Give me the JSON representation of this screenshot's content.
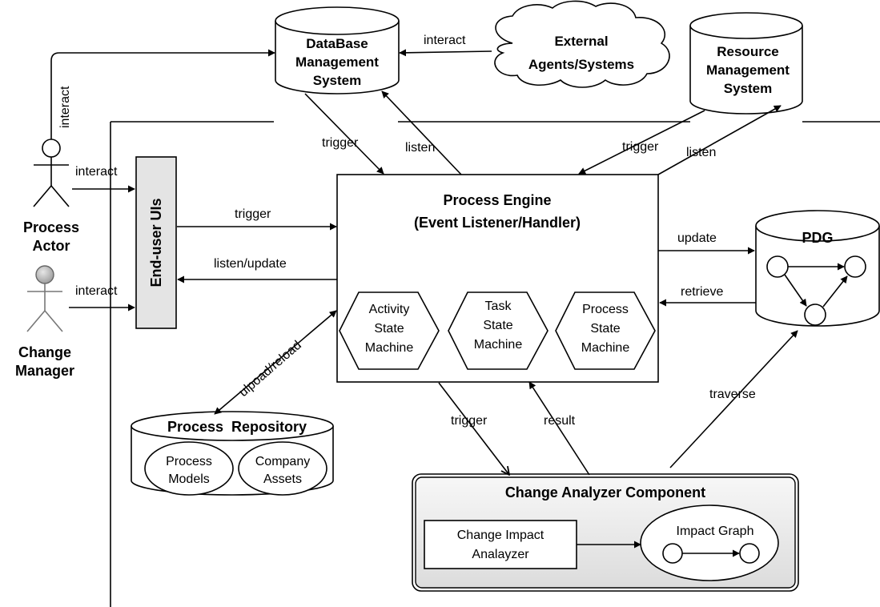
{
  "actors": {
    "process_actor": [
      "Process",
      "Actor"
    ],
    "change_manager": [
      "Change",
      "Manager"
    ]
  },
  "end_user_uis": "End-user UIs",
  "dbms": [
    "DataBase",
    "Management",
    "System"
  ],
  "external": [
    "External",
    "Agents/Systems"
  ],
  "rms": [
    "Resource",
    "Management",
    "System"
  ],
  "process_engine": {
    "title": [
      "Process Engine",
      "(Event Listener/Handler)"
    ],
    "activity_sm": [
      "Activity",
      "State",
      "Machine"
    ],
    "task_sm": [
      "Task",
      "State",
      "Machine"
    ],
    "process_sm": [
      "Process",
      "State",
      "Machine"
    ]
  },
  "pdg": {
    "title": "PDG"
  },
  "repository": {
    "title": "Process  Repository",
    "models": [
      "Process",
      "Models"
    ],
    "assets": [
      "Company",
      "Assets"
    ]
  },
  "change_analyzer": {
    "title": "Change Analyzer Component",
    "impact_analyzer": [
      "Change Impact",
      "Analayzer"
    ],
    "impact_graph": "Impact Graph"
  },
  "edges": {
    "interact_actor_db": "interact",
    "interact_ext_db": "interact",
    "interact_actor_ui": "interact",
    "interact_manager_ui": "interact",
    "trigger_db": "trigger",
    "listen_db": "listen",
    "trigger_rms": "trigger",
    "listen_rms": "listen",
    "trigger_ui": "trigger",
    "listen_update_ui": "listen/update",
    "update_pdg": "update",
    "retrieve_pdg": "retrieve",
    "upload_reload": "ulpoad/reload",
    "trigger_ca": "trigger",
    "result": "result",
    "traverse": "traverse"
  }
}
